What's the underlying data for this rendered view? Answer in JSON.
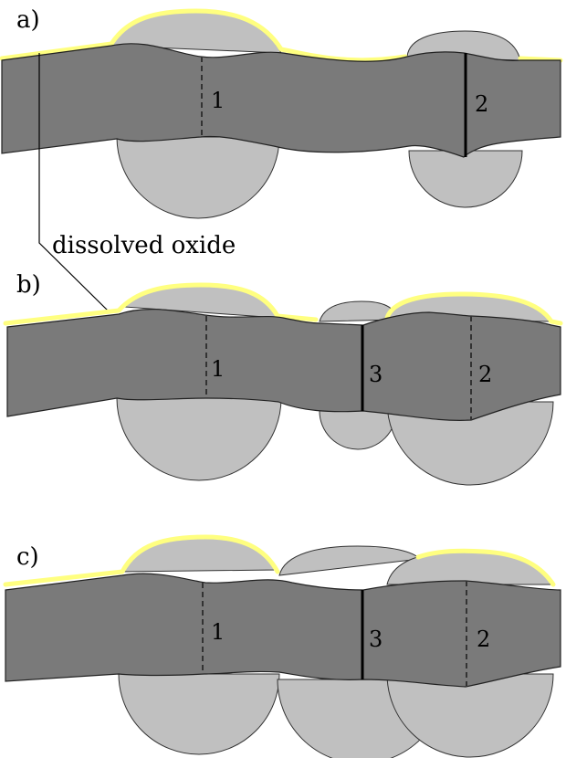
{
  "panels": [
    {
      "id": "a",
      "label": "a)",
      "boundaries": [
        {
          "label": "1",
          "type": "dashed"
        },
        {
          "label": "2",
          "type": "solid"
        }
      ]
    },
    {
      "id": "b",
      "label": "b)",
      "boundaries": [
        {
          "label": "1",
          "type": "dashed"
        },
        {
          "label": "3",
          "type": "solid"
        },
        {
          "label": "2",
          "type": "dashed"
        }
      ]
    },
    {
      "id": "c",
      "label": "c)",
      "boundaries": [
        {
          "label": "1",
          "type": "dashed"
        },
        {
          "label": "3",
          "type": "solid"
        },
        {
          "label": "2",
          "type": "dashed"
        }
      ]
    }
  ],
  "annotation": {
    "text": "dissolved oxide"
  },
  "colors": {
    "strip": "#7a7a7a",
    "grain": "#c0c0c0",
    "oxide": "#ffff80",
    "outline": "#222222"
  }
}
